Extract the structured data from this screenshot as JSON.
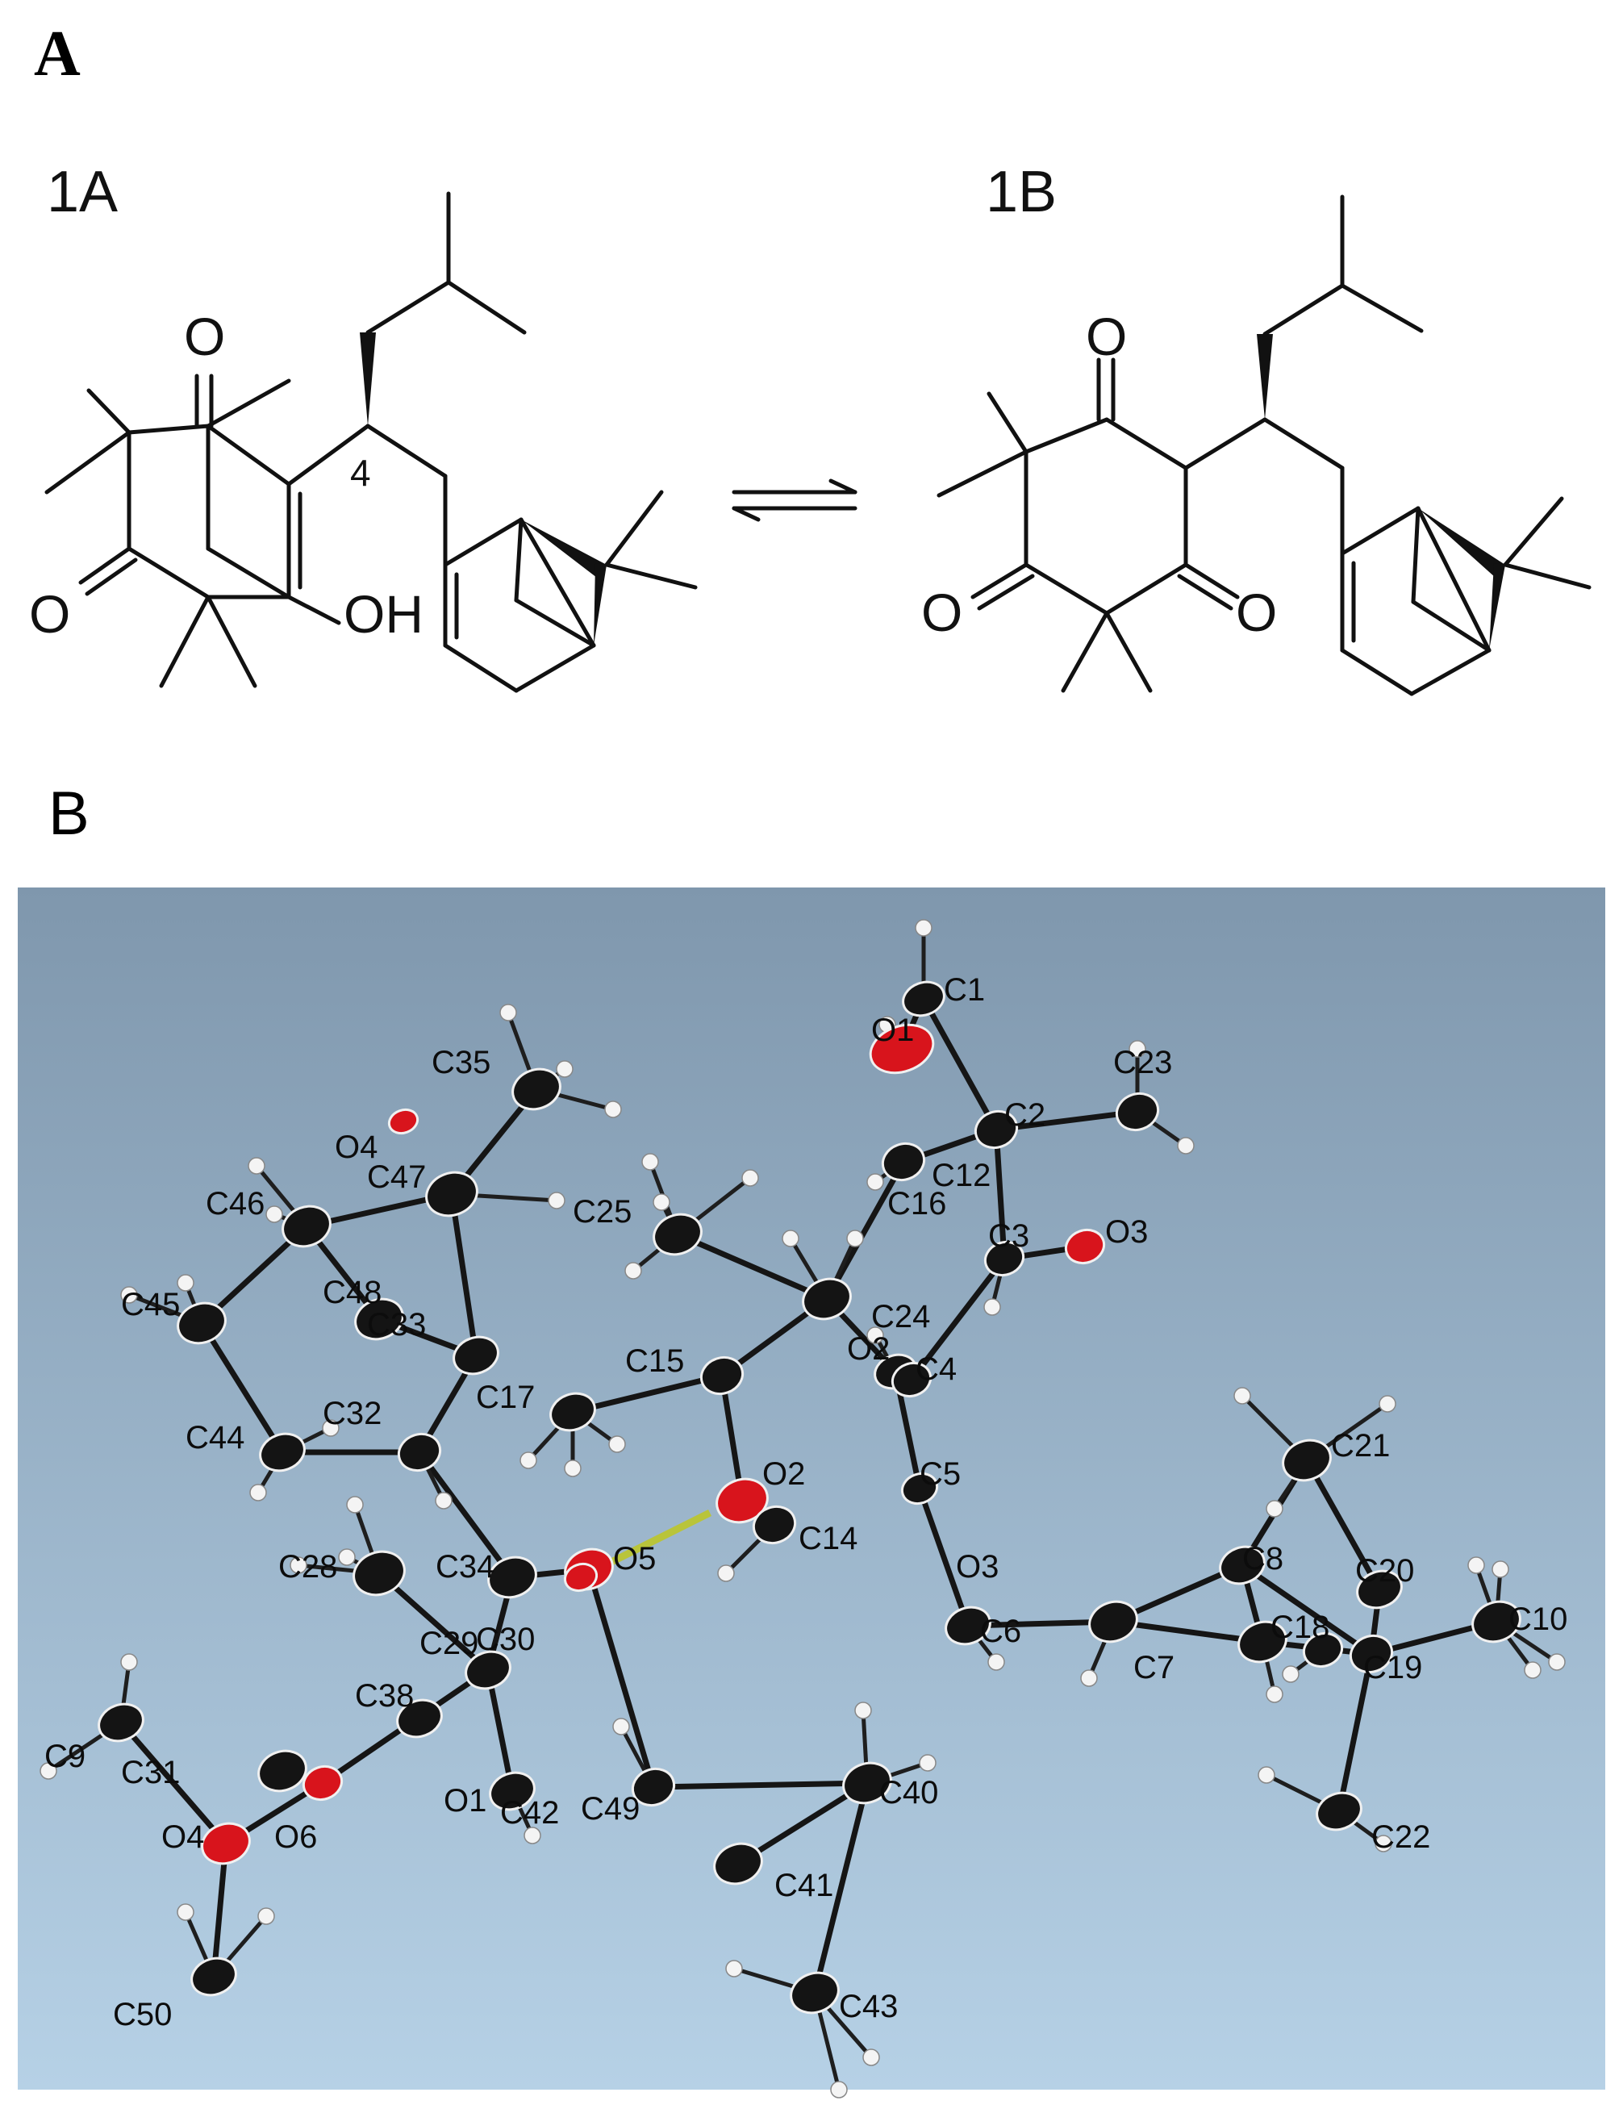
{
  "panels": {
    "a": {
      "letter": "A"
    },
    "b": {
      "letter": "B"
    }
  },
  "structures": {
    "left": {
      "label": "1A",
      "oxygens": [
        "O",
        "O"
      ],
      "hydroxyl": "OH",
      "locant": "4"
    },
    "right": {
      "label": "1B",
      "oxygens": [
        "O",
        "O",
        "O"
      ]
    }
  },
  "crystal": {
    "background_top": "#7f97ad",
    "background_bottom": "#b6d1e6",
    "atom_colors": {
      "carbon": "#141414",
      "oxygen": "#d8141c",
      "hydrogen": "#f4f4f4",
      "hbond": "#b9c43a"
    },
    "atom_labels": [
      "C1",
      "O1",
      "C2",
      "C23",
      "C35",
      "O4",
      "C46",
      "C47",
      "C25",
      "C12",
      "O3",
      "C3",
      "C45",
      "C48",
      "C33",
      "C16",
      "C24",
      "C15",
      "C4",
      "C17",
      "O2",
      "C44",
      "C32",
      "C5",
      "C21",
      "O2",
      "C14",
      "C28",
      "C34",
      "O5",
      "O3",
      "C8",
      "C20",
      "C10",
      "C29",
      "C30",
      "C6",
      "C7",
      "C18",
      "C19",
      "C9",
      "C38",
      "C31",
      "O1",
      "C49",
      "C40",
      "C42",
      "O4",
      "O6",
      "C41",
      "C22",
      "C50",
      "C43"
    ]
  }
}
